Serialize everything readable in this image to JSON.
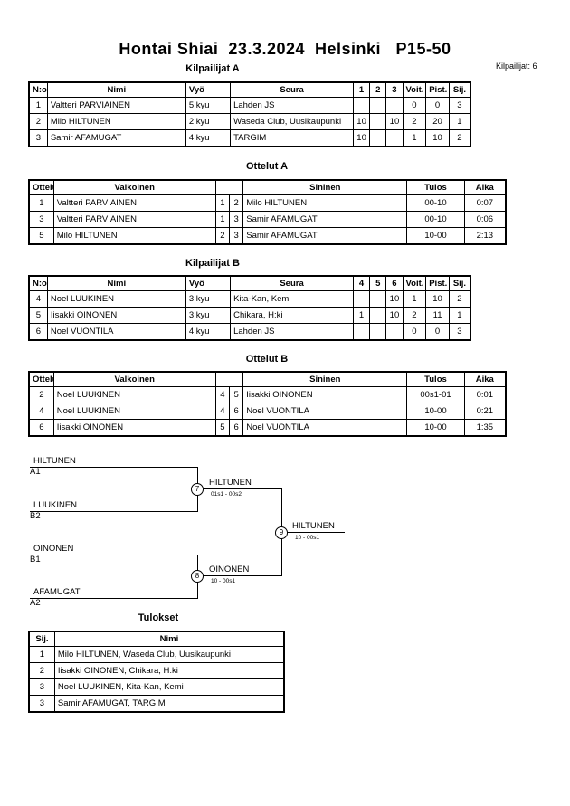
{
  "header": {
    "title": "Hontai Shiai  23.3.2024  Helsinki   P15-50",
    "count": "Kilpailijat: 6"
  },
  "pool_a": {
    "title": "Kilpailijat A",
    "headers": [
      "N:o",
      "Nimi",
      "Vyö",
      "Seura",
      "1",
      "2",
      "3",
      "Voit.",
      "Pist.",
      "Sij."
    ],
    "rows": [
      [
        "1",
        "Valtteri PARVIAINEN",
        "5.kyu",
        "Lahden JS",
        "",
        "",
        "",
        "0",
        "0",
        "3"
      ],
      [
        "2",
        "Milo HILTUNEN",
        "2.kyu",
        "Waseda Club, Uusikaupunki",
        "10",
        "",
        "10",
        "2",
        "20",
        "1"
      ],
      [
        "3",
        "Samir AFAMUGAT",
        "4.kyu",
        "TARGIM",
        "10",
        "",
        "",
        "1",
        "10",
        "2"
      ]
    ]
  },
  "matches_a": {
    "title": "Ottelut A",
    "headers": [
      "Ottelu",
      "Valkoinen",
      "Sininen",
      "Tulos",
      "Aika"
    ],
    "rows": [
      [
        "1",
        "Valtteri PARVIAINEN",
        "1",
        "2",
        "Milo HILTUNEN",
        "00-10",
        "0:07"
      ],
      [
        "3",
        "Valtteri PARVIAINEN",
        "1",
        "3",
        "Samir AFAMUGAT",
        "00-10",
        "0:06"
      ],
      [
        "5",
        "Milo HILTUNEN",
        "2",
        "3",
        "Samir AFAMUGAT",
        "10-00",
        "2:13"
      ]
    ]
  },
  "pool_b": {
    "title": "Kilpailijat B",
    "headers": [
      "N:o",
      "Nimi",
      "Vyö",
      "Seura",
      "4",
      "5",
      "6",
      "Voit.",
      "Pist.",
      "Sij."
    ],
    "rows": [
      [
        "4",
        "Noel LUUKINEN",
        "3.kyu",
        "Kita-Kan, Kemi",
        "",
        "",
        "10",
        "1",
        "10",
        "2"
      ],
      [
        "5",
        "Iisakki OINONEN",
        "3.kyu",
        "Chikara, H:ki",
        "1",
        "",
        "10",
        "2",
        "11",
        "1"
      ],
      [
        "6",
        "Noel VUONTILA",
        "4.kyu",
        "Lahden JS",
        "",
        "",
        "",
        "0",
        "0",
        "3"
      ]
    ]
  },
  "matches_b": {
    "title": "Ottelut B",
    "headers": [
      "Ottelu",
      "Valkoinen",
      "Sininen",
      "Tulos",
      "Aika"
    ],
    "rows": [
      [
        "2",
        "Noel LUUKINEN",
        "4",
        "5",
        "Iisakki OINONEN",
        "00s1-01",
        "0:01"
      ],
      [
        "4",
        "Noel LUUKINEN",
        "4",
        "6",
        "Noel VUONTILA",
        "10-00",
        "0:21"
      ],
      [
        "6",
        "Iisakki OINONEN",
        "5",
        "6",
        "Noel VUONTILA",
        "10-00",
        "1:35"
      ]
    ]
  },
  "bracket": {
    "e1_name": "HILTUNEN",
    "e1_seed": "A1",
    "e2_name": "LUUKINEN",
    "e2_seed": "B2",
    "e3_name": "OINONEN",
    "e3_seed": "B1",
    "e4_name": "AFAMUGAT",
    "e4_seed": "A2",
    "m7_num": "7",
    "m7_winner": "HILTUNEN",
    "m7_score": "01s1 - 00s2",
    "m8_num": "8",
    "m8_winner": "OINONEN",
    "m8_score": "10 - 00s1",
    "m9_num": "9",
    "m9_winner": "HILTUNEN",
    "m9_score": "10 - 00s1"
  },
  "results": {
    "title": "Tulokset",
    "headers": [
      "Sij.",
      "Nimi"
    ],
    "rows": [
      [
        "1",
        "Milo HILTUNEN, Waseda Club, Uusikaupunki"
      ],
      [
        "2",
        "Iisakki OINONEN, Chikara, H:ki"
      ],
      [
        "3",
        "Noel LUUKINEN, Kita-Kan, Kemi"
      ],
      [
        "3",
        "Samir AFAMUGAT, TARGIM"
      ]
    ]
  }
}
